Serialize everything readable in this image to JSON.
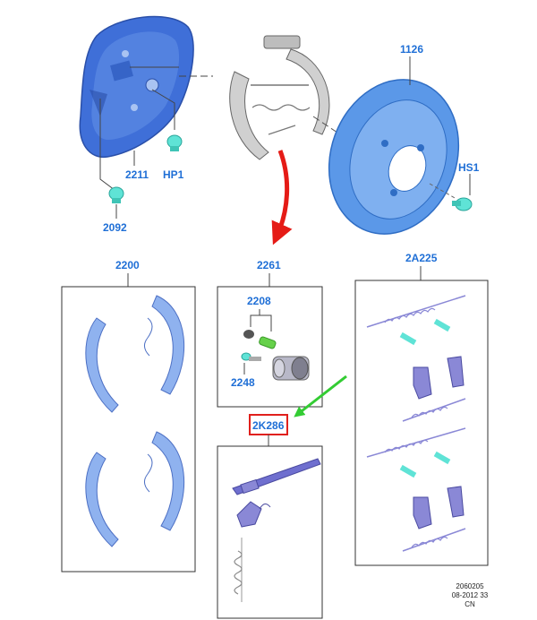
{
  "callouts": {
    "backing_plate": "2211",
    "hole_plug": "HP1",
    "grommet": "2092",
    "drum": "1126",
    "hub_screw": "HS1",
    "shoe_kit": "2200",
    "wheel_cylinder_kit": "2261",
    "bleeder_parts": "2208",
    "bleeder_screw": "2248",
    "hardware_kit": "2A225",
    "adjuster_kit": "2K286"
  },
  "footer": {
    "line1": "2060205",
    "line2": "08-2012 33",
    "line3": "CN"
  },
  "colors": {
    "callout_text": "#1f6fd6",
    "part_blue": "#3f6fd8",
    "part_light_blue": "#8fb2ef",
    "drum_blue": "#5b98e8",
    "lavender": "#8a88d6",
    "highlight_box": "#e0201c",
    "red_arrow": "#e51b16",
    "green_arrow": "#33cc33",
    "cap_cyan": "#5fe3d6"
  }
}
